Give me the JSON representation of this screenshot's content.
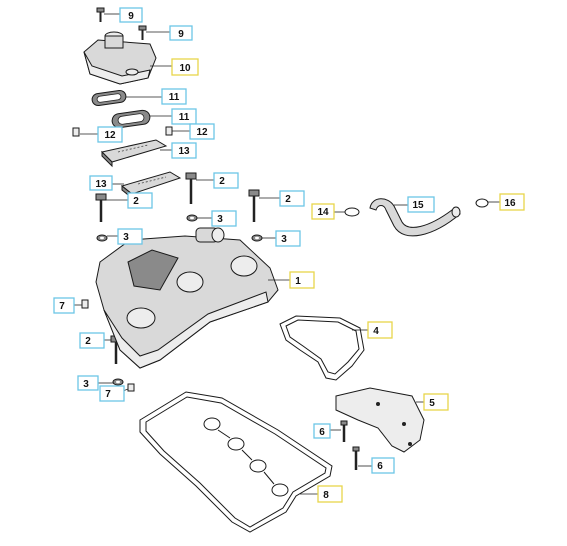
{
  "diagram": {
    "watermark_text": "",
    "callouts": [
      {
        "id": "c-9a",
        "label": "9"
      },
      {
        "id": "c-9b",
        "label": "9"
      },
      {
        "id": "c-10",
        "label": "10"
      },
      {
        "id": "c-11a",
        "label": "11"
      },
      {
        "id": "c-11b",
        "label": "11"
      },
      {
        "id": "c-12a",
        "label": "12"
      },
      {
        "id": "c-12b",
        "label": "12"
      },
      {
        "id": "c-13a",
        "label": "13"
      },
      {
        "id": "c-13b",
        "label": "13"
      },
      {
        "id": "c-2a",
        "label": "2"
      },
      {
        "id": "c-2b",
        "label": "2"
      },
      {
        "id": "c-2c",
        "label": "2"
      },
      {
        "id": "c-2d",
        "label": "2"
      },
      {
        "id": "c-3a",
        "label": "3"
      },
      {
        "id": "c-3b",
        "label": "3"
      },
      {
        "id": "c-3c",
        "label": "3"
      },
      {
        "id": "c-3d",
        "label": "3"
      },
      {
        "id": "c-14",
        "label": "14"
      },
      {
        "id": "c-15",
        "label": "15"
      },
      {
        "id": "c-16",
        "label": "16"
      },
      {
        "id": "c-1",
        "label": "1"
      },
      {
        "id": "c-4",
        "label": "4"
      },
      {
        "id": "c-5",
        "label": "5"
      },
      {
        "id": "c-6a",
        "label": "6"
      },
      {
        "id": "c-6b",
        "label": "6"
      },
      {
        "id": "c-7a",
        "label": "7"
      },
      {
        "id": "c-7b",
        "label": "7"
      },
      {
        "id": "c-8",
        "label": "8"
      }
    ]
  }
}
